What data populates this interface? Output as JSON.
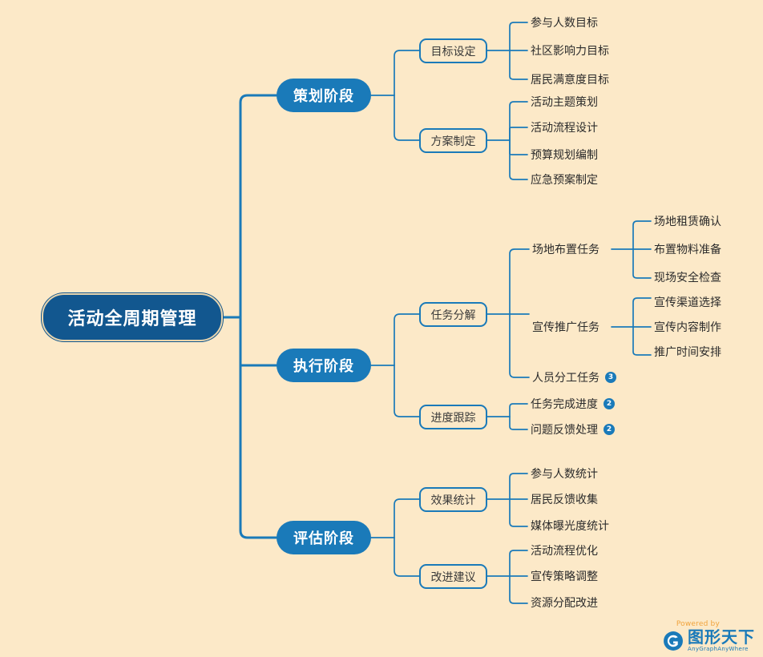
{
  "background_color": "#fce9c8",
  "accent_color": "#1a7ab9",
  "root_color": "#12578f",
  "mindmap": {
    "root": {
      "label": "活动全周期管理"
    },
    "branches": [
      {
        "label": "策划阶段",
        "children": [
          {
            "label": "目标设定",
            "children": [
              {
                "label": "参与人数目标"
              },
              {
                "label": "社区影响力目标"
              },
              {
                "label": "居民满意度目标"
              }
            ]
          },
          {
            "label": "方案制定",
            "children": [
              {
                "label": "活动主题策划"
              },
              {
                "label": "活动流程设计"
              },
              {
                "label": "预算规划编制"
              },
              {
                "label": "应急预案制定"
              }
            ]
          }
        ]
      },
      {
        "label": "执行阶段",
        "children": [
          {
            "label": "任务分解",
            "children": [
              {
                "label": "场地布置任务",
                "children": [
                  {
                    "label": "场地租赁确认"
                  },
                  {
                    "label": "布置物料准备"
                  },
                  {
                    "label": "现场安全检查"
                  }
                ]
              },
              {
                "label": "宣传推广任务",
                "children": [
                  {
                    "label": "宣传渠道选择"
                  },
                  {
                    "label": "宣传内容制作"
                  },
                  {
                    "label": "推广时间安排"
                  }
                ]
              },
              {
                "label": "人员分工任务",
                "badge": "3"
              }
            ]
          },
          {
            "label": "进度跟踪",
            "children": [
              {
                "label": "任务完成进度",
                "badge": "2"
              },
              {
                "label": "问题反馈处理",
                "badge": "2"
              }
            ]
          }
        ]
      },
      {
        "label": "评估阶段",
        "children": [
          {
            "label": "效果统计",
            "children": [
              {
                "label": "参与人数统计"
              },
              {
                "label": "居民反馈收集"
              },
              {
                "label": "媒体曝光度统计"
              }
            ]
          },
          {
            "label": "改进建议",
            "children": [
              {
                "label": "活动流程优化"
              },
              {
                "label": "宣传策略调整"
              },
              {
                "label": "资源分配改进"
              }
            ]
          }
        ]
      }
    ]
  },
  "watermark": {
    "powered_by": "Powered by",
    "brand_cn": "图形天下",
    "brand_en": "AnyGraphAnyWhere",
    "logo_letter": "G"
  }
}
